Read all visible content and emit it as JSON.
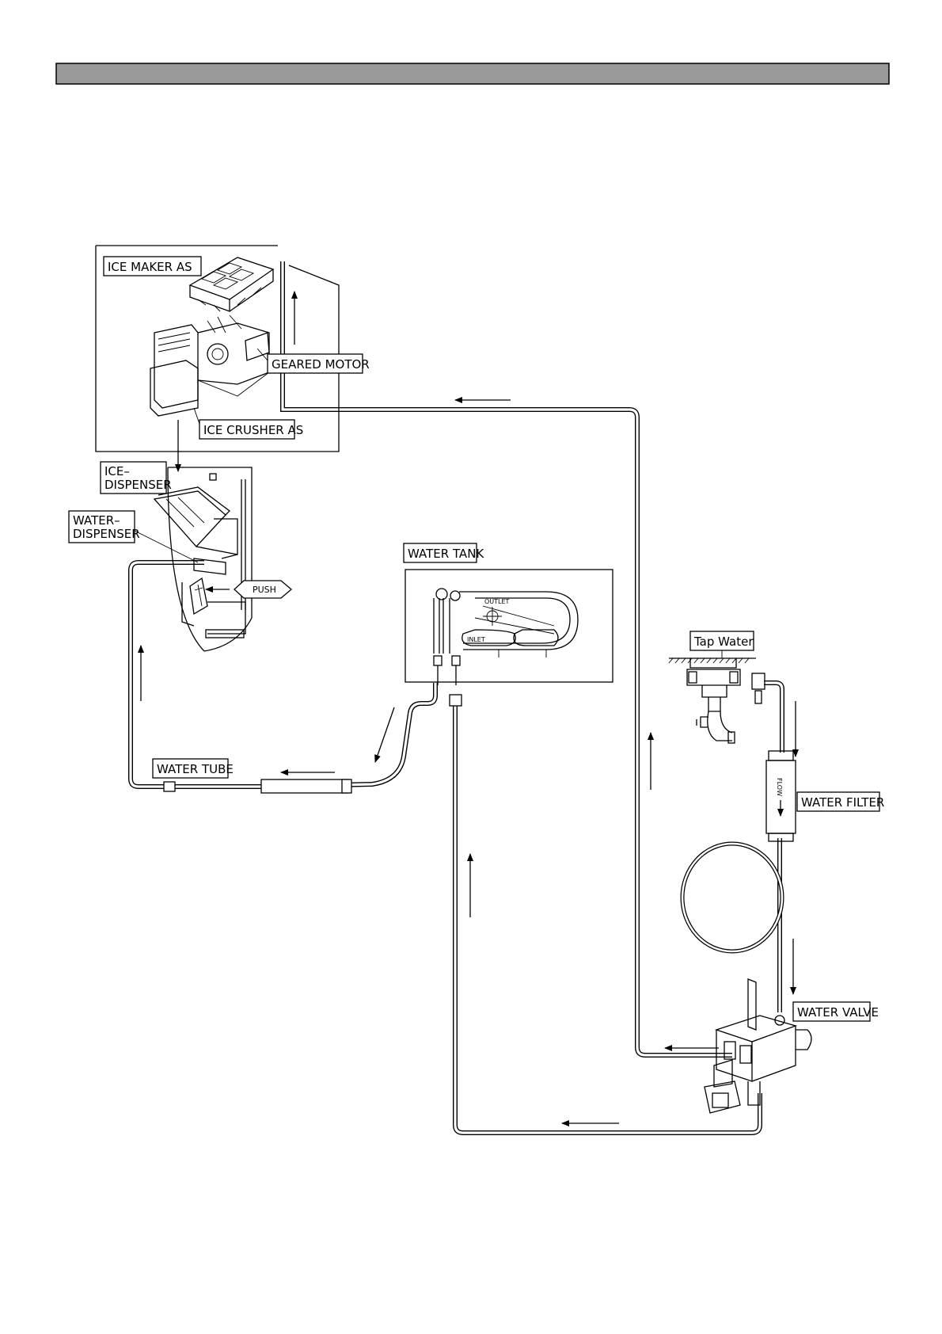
{
  "header_bar": {
    "fill": "#9a9a9a"
  },
  "labels": {
    "ice_maker": "ICE MAKER AS",
    "geared_motor": "GEARED MOTOR",
    "ice_crusher": "ICE CRUSHER AS",
    "ice_dispenser_1": "ICE–",
    "ice_dispenser_2": "DISPENSER",
    "water_dispenser_1": "WATER–",
    "water_dispenser_2": "DISPENSER",
    "push": "PUSH",
    "water_tank": "WATER TANK",
    "water_tube": "WATER TUBE",
    "tap_water": "Tap Water",
    "water_filter": "WATER FILTER",
    "water_valve": "WATER VALVE",
    "flow": "FLOW",
    "tank_outlet": "OUTLET",
    "tank_inlet": "INLET"
  },
  "icons": [
    "flow-arrow-icon",
    "tap-icon",
    "filter-icon",
    "valve-icon",
    "tank-icon",
    "ice-maker-icon",
    "dispenser-icon"
  ]
}
